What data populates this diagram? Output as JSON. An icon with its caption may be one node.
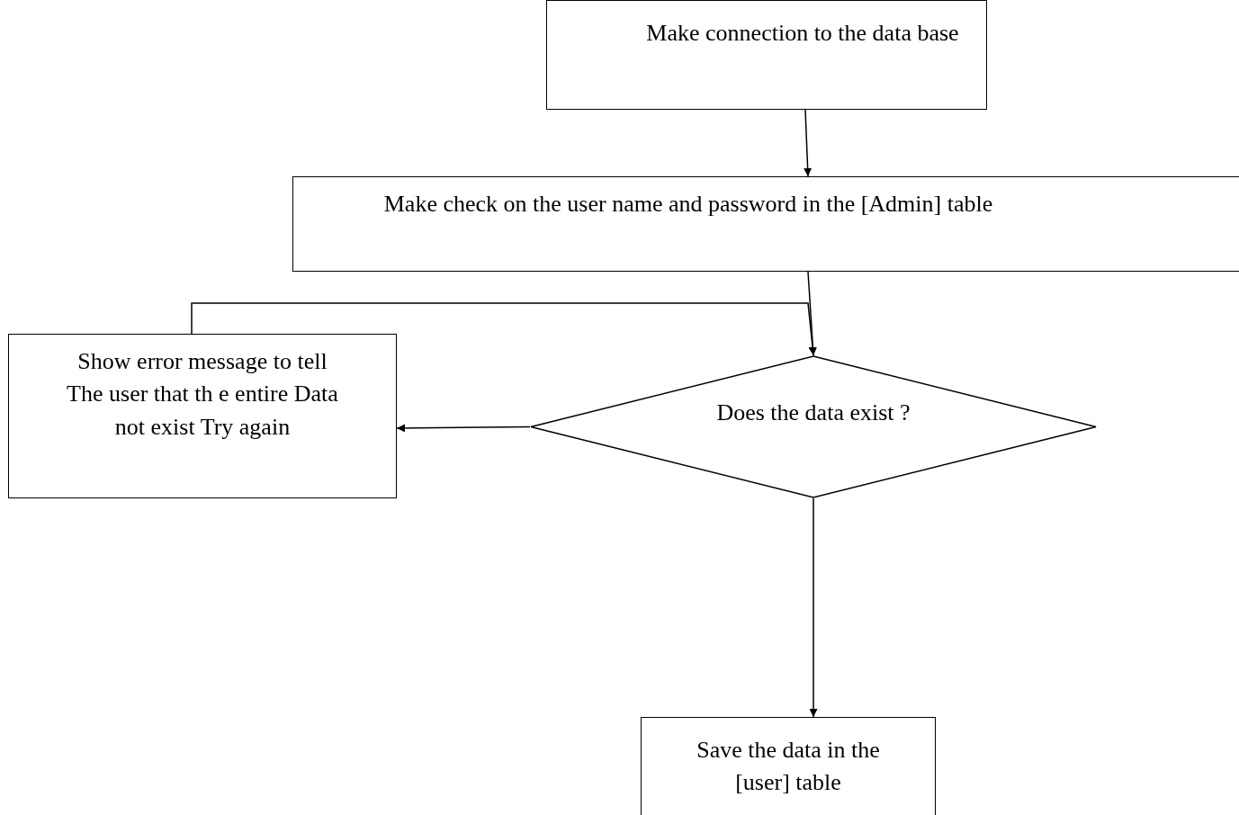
{
  "diagram": {
    "nodes": [
      {
        "text": [
          "Make connection to the data base"
        ]
      },
      {
        "text": [
          "Make check on the user name and password in the [Admin] table"
        ]
      },
      {
        "text": [
          "Show error message to tell The user that th e entire Data not exist Try again"
        ]
      },
      {
        "text": [
          "Does the data exist ?"
        ]
      },
      {
        "text": [
          "Save the data in the [user] table"
        ]
      }
    ],
    "edges": [
      {
        "from": 0,
        "to": 1,
        "arrow": "to"
      },
      {
        "from": 1,
        "to": 3,
        "arrow": "to"
      },
      {
        "from": 3,
        "to": 2,
        "arrow": "to"
      },
      {
        "from": 2,
        "to": 3,
        "arrow": "to"
      },
      {
        "from": 3,
        "to": 4,
        "arrow": "to"
      }
    ]
  }
}
